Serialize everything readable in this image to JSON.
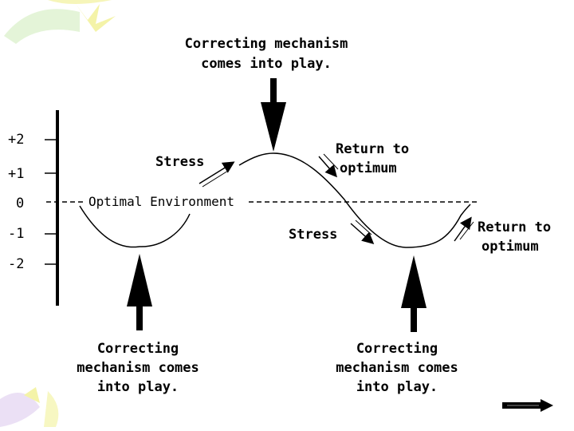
{
  "diagram": {
    "top_note": [
      "Correcting mechanism",
      "comes into play."
    ],
    "left_note": [
      "Correcting",
      "mechanism comes",
      "into play."
    ],
    "right_note": [
      "Correcting",
      "mechanism comes",
      "into play."
    ],
    "stress_label": "Stress",
    "return_label": [
      "Return to",
      "optimum"
    ],
    "optimal_label": "Optimal Environment",
    "y_ticks": [
      "+2",
      "+1",
      "0",
      "-1",
      "-2"
    ]
  },
  "colors": {
    "ink": "#000000",
    "corner_yellow": "#f4f3a8",
    "corner_green": "#d8f0c8",
    "corner_purple": "#e6d8f2"
  },
  "icons": {
    "next": "next-arrow-icon"
  }
}
